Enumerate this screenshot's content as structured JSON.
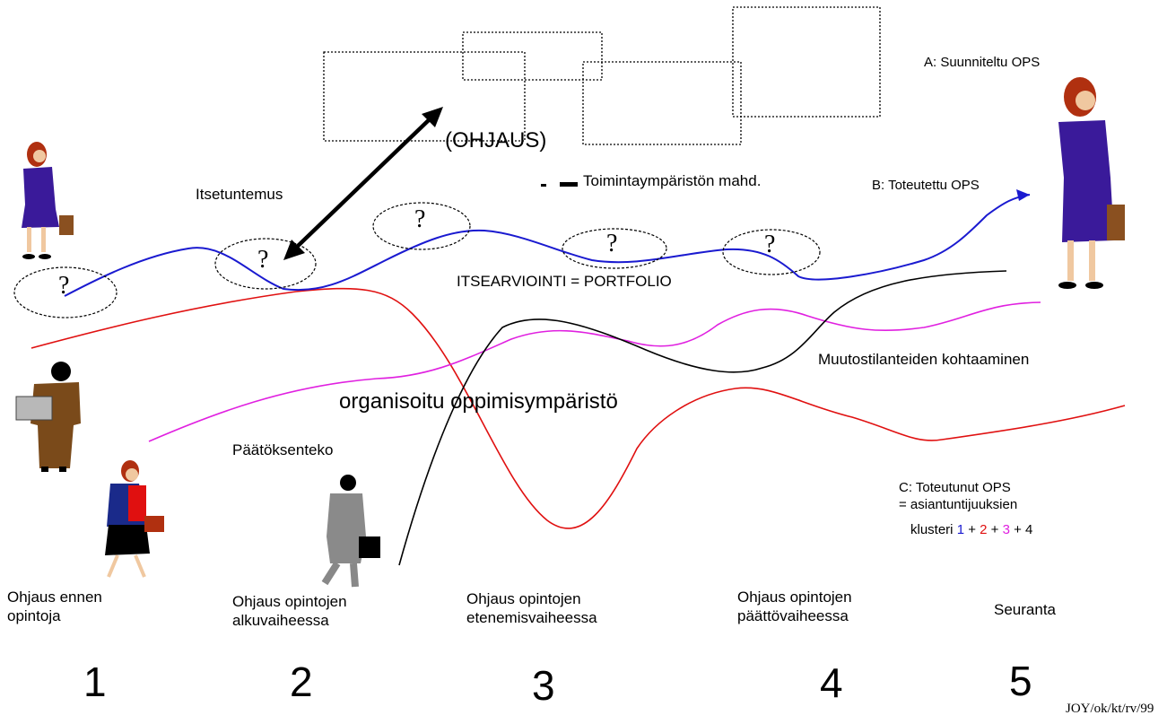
{
  "labels": {
    "ohjaus_paren": "(OHJAUS)",
    "toimintaymparisto": "Toimintaympäristön mahd.",
    "itsetuntemus": "Itsetuntemus",
    "itsearviointi": "ITSEARVIOINTI = PORTFOLIO",
    "organisoitu": "organisoitu oppimisympäristö",
    "paatoksenteko": "Päätöksenteko",
    "muutostilanteet": "Muutostilanteiden kohtaaminen",
    "suunniteltu": "A: Suunniteltu OPS",
    "toteutettu": "B: Toteutettu OPS",
    "toteutunut_1": "C: Toteutunut OPS",
    "toteutunut_2": "= asiantuntijuuksien",
    "klusteri_prefix": "klusteri",
    "klusteri_1": "1",
    "klusteri_plus1": "+",
    "klusteri_2": "2",
    "klusteri_plus2": "+",
    "klusteri_3": "3",
    "klusteri_plus3": "+ 4",
    "signature": "JOY/ok/kt/rv/99",
    "question_mark": "?"
  },
  "phases": [
    {
      "line1": "Ohjaus ennen",
      "line2": "opintoja",
      "number": "1"
    },
    {
      "line1": "Ohjaus opintojen",
      "line2": "alkuvaiheessa",
      "number": "2"
    },
    {
      "line1": "Ohjaus opintojen",
      "line2": "etenemisvaiheessa",
      "number": "3"
    },
    {
      "line1": "Ohjaus opintojen",
      "line2": "päättövaiheessa",
      "number": "4"
    },
    {
      "line1": "Seuranta",
      "line2": "",
      "number": "5"
    }
  ],
  "colors": {
    "cluster_1": "#1a1ad0",
    "cluster_2": "#e01010",
    "cluster_3": "#e020e0",
    "cluster_4": "#000000",
    "suit_purple": "#3a1a9a",
    "suit_brown": "#7a4a1a",
    "hair_red": "#b03010"
  }
}
